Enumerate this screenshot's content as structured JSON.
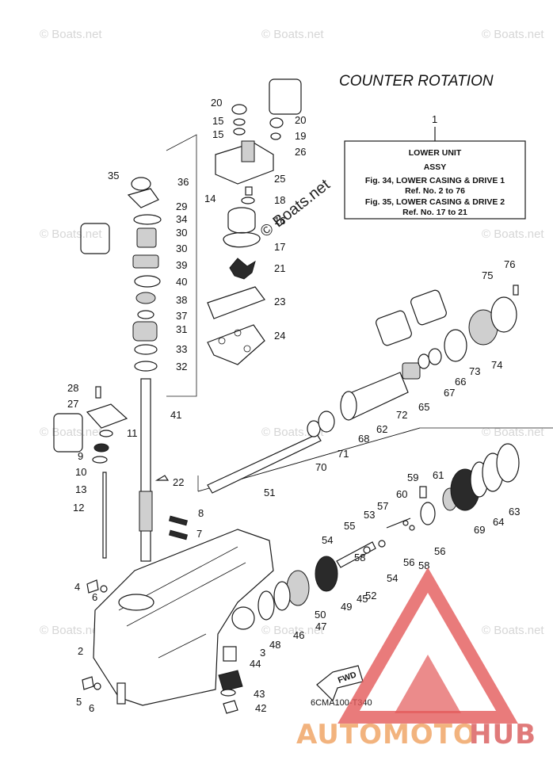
{
  "title": "COUNTER ROTATION",
  "diagram_code": "6CMA100-T340",
  "fwd_label": "FWD",
  "info_box": {
    "ref_number": "1",
    "lines": [
      "LOWER UNIT",
      "ASSY",
      "Fig. 34, LOWER CASING & DRIVE 1",
      "Ref. No. 2 to 76",
      "Fig. 35, LOWER CASING & DRIVE 2",
      "Ref. No. 17 to 21"
    ]
  },
  "watermark": "© Boats.net",
  "logo": {
    "part_a": "AUTOMOTO",
    "part_b": "HUB",
    "color_a": "#f2b37e",
    "color_b": "#e07a7a"
  },
  "colors": {
    "logo_triangle": "#e35a5a",
    "ink": "#1a1a1a"
  },
  "callouts": [
    "20",
    "15",
    "15",
    "20",
    "19",
    "26",
    "25",
    "18",
    "14",
    "35",
    "36",
    "29",
    "34",
    "30",
    "30",
    "39",
    "40",
    "38",
    "37",
    "31",
    "33",
    "32",
    "16",
    "17",
    "21",
    "23",
    "24",
    "28",
    "27",
    "11",
    "9",
    "10",
    "13",
    "12",
    "22",
    "41",
    "8",
    "7",
    "4",
    "6",
    "2",
    "5",
    "6",
    "76",
    "75",
    "73",
    "74",
    "66",
    "67",
    "65",
    "72",
    "62",
    "68",
    "71",
    "70",
    "51",
    "59",
    "60",
    "61",
    "63",
    "64",
    "69",
    "57",
    "53",
    "55",
    "54",
    "58",
    "56",
    "58",
    "56",
    "54",
    "52",
    "45",
    "49",
    "50",
    "46",
    "47",
    "48",
    "3",
    "44",
    "43",
    "42"
  ]
}
